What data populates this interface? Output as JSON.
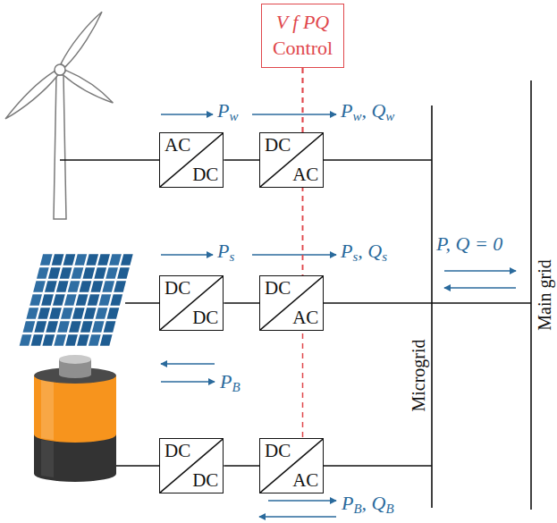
{
  "diagram": {
    "nodes": [
      {
        "text": [
          "V f PQ",
          "Control"
        ]
      },
      {
        "text": [
          "AC",
          "DC"
        ]
      },
      {
        "text": [
          "DC",
          "AC"
        ]
      },
      {
        "text": [
          "DC",
          "DC"
        ]
      },
      {
        "text": [
          "DC",
          "AC"
        ]
      },
      {
        "text": [
          "DC",
          "DC"
        ]
      },
      {
        "text": [
          "DC",
          "AC"
        ]
      }
    ],
    "edges": [
      {
        "from": 0,
        "to": 2,
        "arrow": "none"
      },
      {
        "from": 0,
        "to": 4,
        "arrow": "none"
      },
      {
        "from": 0,
        "to": 6,
        "arrow": "none"
      },
      {
        "from": 1,
        "to": 2,
        "arrow": "none"
      },
      {
        "from": 3,
        "to": 4,
        "arrow": "none"
      },
      {
        "from": 5,
        "to": 6,
        "arrow": "none"
      }
    ],
    "labels": [
      "Pw",
      "Pw, Qw",
      "Ps",
      "Ps, Qs",
      "PB",
      "PB, QB",
      "P, Q = 0",
      "Microgrid",
      "Main grid"
    ]
  }
}
